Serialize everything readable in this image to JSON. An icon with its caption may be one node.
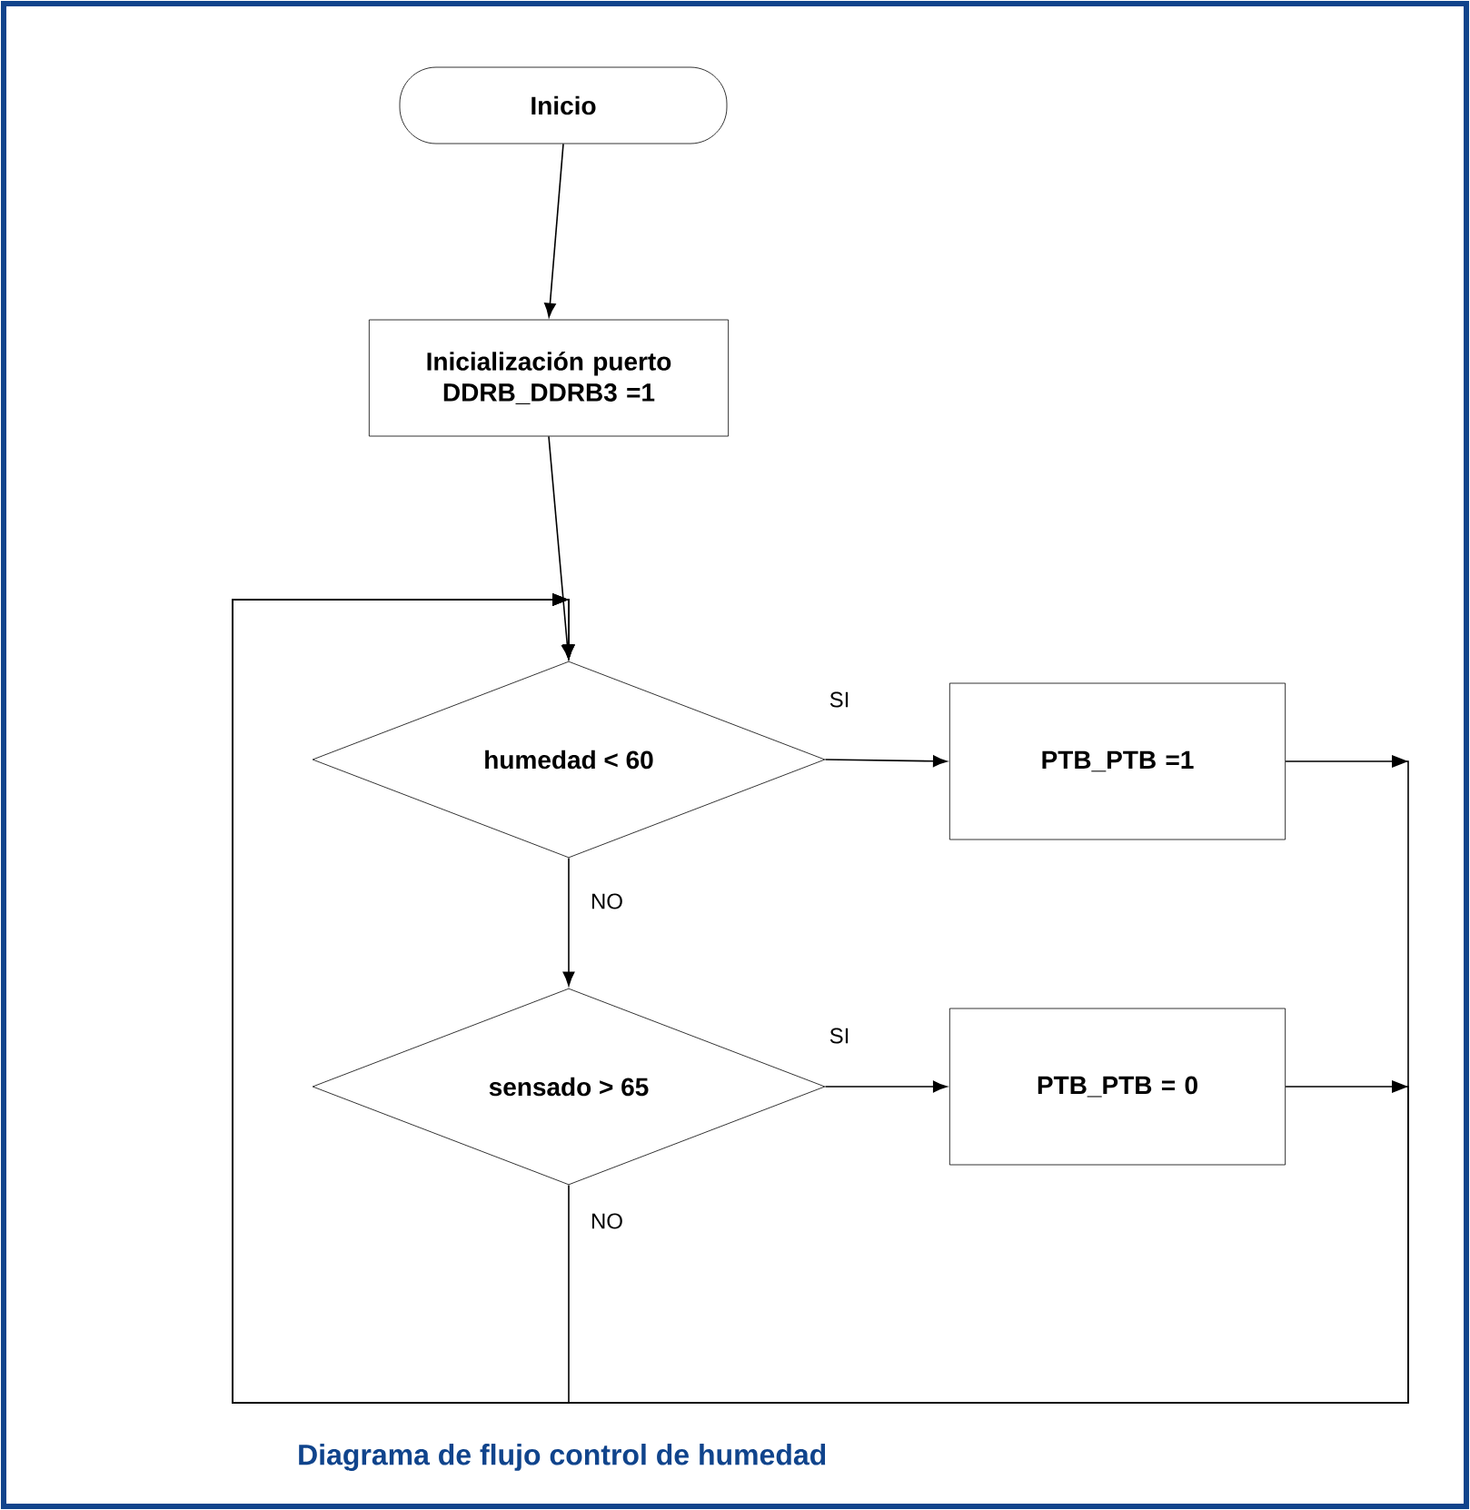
{
  "diagram": {
    "caption": "Diagrama de flujo control de humedad",
    "nodes": [
      {
        "text": [
          "Inicio"
        ]
      },
      {
        "text": [
          "Inicialización puerto DDRB_DDRB3 =1"
        ]
      },
      {
        "text": [
          "humedad < 60"
        ]
      },
      {
        "text": [
          "PTB_PTB =1"
        ]
      },
      {
        "text": [
          "sensado > 65"
        ]
      },
      {
        "text": [
          "PTB_PTB = 0"
        ]
      }
    ],
    "edges": [
      {
        "from": 0,
        "to": 1,
        "arrow": "to"
      },
      {
        "from": 1,
        "to": 2,
        "arrow": "to"
      },
      {
        "from": 2,
        "to": 3,
        "arrow": "to",
        "label": "SI"
      },
      {
        "from": 2,
        "to": 4,
        "arrow": "to",
        "label": "NO"
      },
      {
        "from": 4,
        "to": 5,
        "arrow": "to",
        "label": "SI"
      },
      {
        "from": 3,
        "to": 2,
        "arrow": "to"
      },
      {
        "from": 5,
        "to": 2,
        "arrow": "to"
      },
      {
        "from": 4,
        "to": 2,
        "arrow": "to",
        "label": "NO"
      }
    ]
  }
}
